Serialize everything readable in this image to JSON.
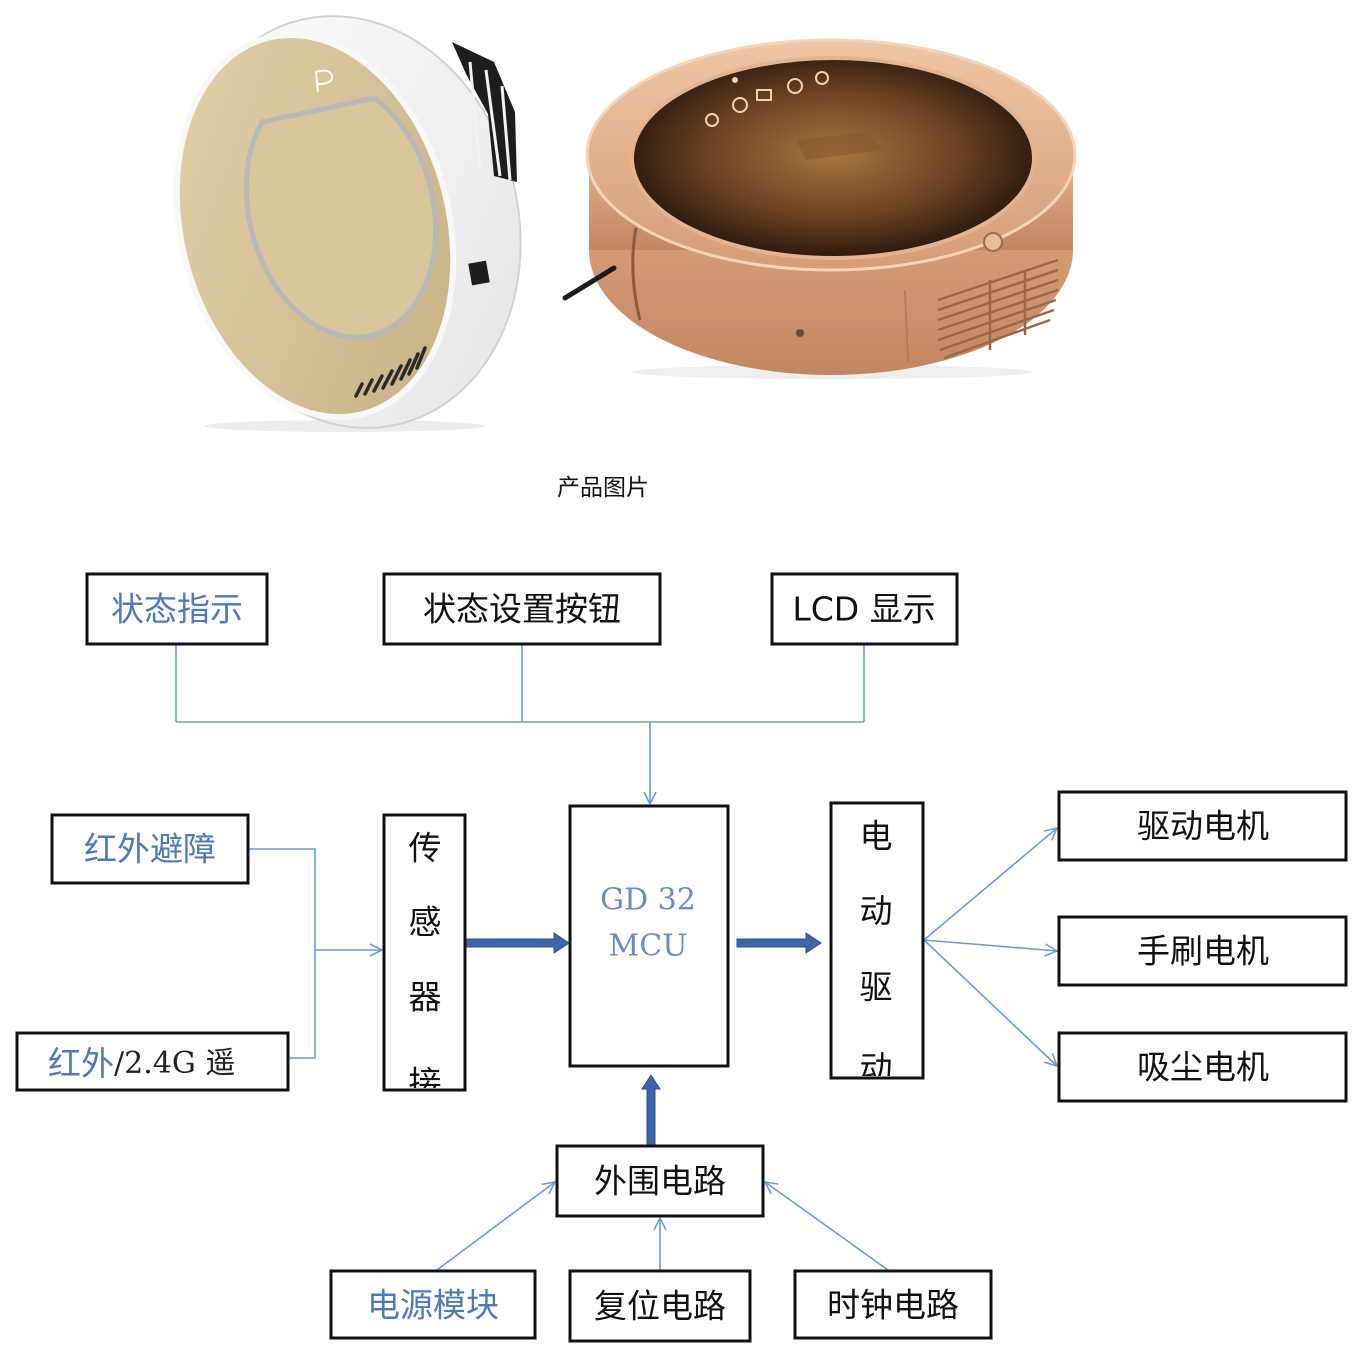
{
  "caption": "产品图片",
  "diagram": {
    "status_indicator": "状态指示",
    "status_buttons": "状态设置按钮",
    "lcd_display": "LCD 显示",
    "ir_obstacle": "红外避障",
    "ir_remote": {
      "part1": "红外",
      "part2": "/2.4G 遥"
    },
    "sensor_interface": [
      "传",
      "感",
      "器",
      "接"
    ],
    "mcu": {
      "line1": "GD 32",
      "line2": "MCU"
    },
    "motor_driver": [
      "电",
      "动",
      "驱",
      "动"
    ],
    "motors": [
      "驱动电机",
      "手刷电机",
      "吸尘电机"
    ],
    "peripheral_circuit": "外围电路",
    "power_module": "电源模块",
    "reset_circuit": "复位电路",
    "clock_circuit": "时钟电路"
  },
  "colors": {
    "blue_text": "#4f79b8",
    "connector": "#6e9bd4",
    "thick_arrow": "#3e65a9",
    "box_border": "#111111",
    "robot_gold": "#d6c397",
    "robot_copper": "#d9a27c"
  }
}
